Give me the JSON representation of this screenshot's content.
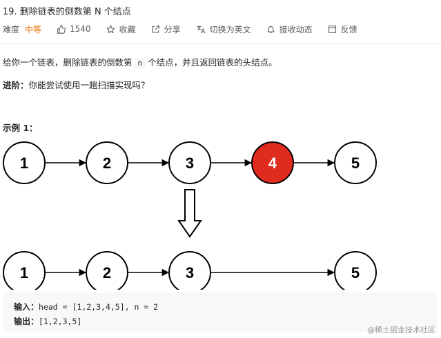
{
  "problem": {
    "title": "19. 删除链表的倒数第 N 个结点"
  },
  "meta": {
    "difficulty_label": "难度",
    "difficulty_value": "中等",
    "likes": "1540",
    "favorite": "收藏",
    "share": "分享",
    "switch_lang": "切换为英文",
    "follow": "接收动态",
    "feedback": "反馈"
  },
  "description": {
    "part1": "给你一个链表，删除链表的倒数第",
    "code": "n",
    "part2": "个结点，并且返回链表的头结点。"
  },
  "advance": {
    "label": "进阶：",
    "text": "你能尝试使用一趟扫描实现吗？"
  },
  "example": {
    "title": "示例 1：",
    "input_label": "输入：",
    "input_value": "head = [1,2,3,4,5], n = 2",
    "output_label": "输出：",
    "output_value": "[1,2,3,5]"
  },
  "diagram": {
    "before": [
      "1",
      "2",
      "3",
      "4",
      "5"
    ],
    "removed_index": 3,
    "after": [
      "1",
      "2",
      "3",
      "5"
    ],
    "colors": {
      "node_fill": "#ffffff",
      "node_stroke": "#000000",
      "removed_fill": "#e02b1f",
      "removed_text": "#ffffff"
    }
  },
  "watermark": "@稀土掘金技术社区"
}
